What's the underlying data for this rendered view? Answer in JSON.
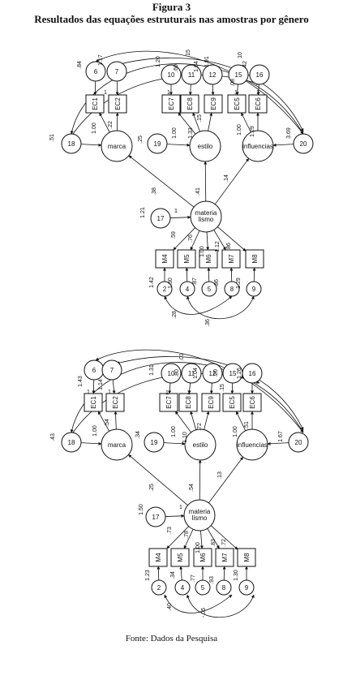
{
  "figure": {
    "title": "Figura 3",
    "subtitle": "Resultados das equações estruturais nas amostras por gênero",
    "caption": "Fonte: Dados da Pesquisa"
  },
  "diagrams": [
    {
      "name": "top",
      "nodes": [
        {
          "id": "6",
          "label": "6",
          "kind": "circle"
        },
        {
          "id": "7",
          "label": "7",
          "kind": "circle"
        },
        {
          "id": "10",
          "label": "10",
          "kind": "circle"
        },
        {
          "id": "11",
          "label": "11",
          "kind": "circle"
        },
        {
          "id": "12",
          "label": "12",
          "kind": "circle"
        },
        {
          "id": "15",
          "label": "15",
          "kind": "circle"
        },
        {
          "id": "16",
          "label": "16",
          "kind": "circle"
        },
        {
          "id": "EC1",
          "label": "EC1",
          "kind": "box"
        },
        {
          "id": "EC2",
          "label": "EC2",
          "kind": "box"
        },
        {
          "id": "EC7",
          "label": "EC7",
          "kind": "box"
        },
        {
          "id": "EC8",
          "label": "EC8",
          "kind": "box"
        },
        {
          "id": "EC9",
          "label": "EC9",
          "kind": "box"
        },
        {
          "id": "EC5",
          "label": "EC5",
          "kind": "box"
        },
        {
          "id": "EC6",
          "label": "EC6",
          "kind": "box"
        },
        {
          "id": "18",
          "label": "18",
          "kind": "circle"
        },
        {
          "id": "marca",
          "label": "marca",
          "kind": "latent"
        },
        {
          "id": "19",
          "label": "19",
          "kind": "circle"
        },
        {
          "id": "estilo",
          "label": "estilo",
          "kind": "latent"
        },
        {
          "id": "influencias",
          "label": "influencias",
          "kind": "latent"
        },
        {
          "id": "20",
          "label": "20",
          "kind": "circle"
        },
        {
          "id": "17",
          "label": "17",
          "kind": "circle"
        },
        {
          "id": "materialismo",
          "label": "materia lismo",
          "kind": "latent"
        },
        {
          "id": "M4",
          "label": "M4",
          "kind": "box"
        },
        {
          "id": "M5",
          "label": "M5",
          "kind": "box"
        },
        {
          "id": "M6",
          "label": "M6",
          "kind": "box"
        },
        {
          "id": "M7",
          "label": "M7",
          "kind": "box"
        },
        {
          "id": "M8",
          "label": "M8",
          "kind": "box"
        },
        {
          "id": "2",
          "label": "2",
          "kind": "circle"
        },
        {
          "id": "4",
          "label": "4",
          "kind": "circle"
        },
        {
          "id": "5",
          "label": "5",
          "kind": "circle"
        },
        {
          "id": "8",
          "label": "8",
          "kind": "circle"
        },
        {
          "id": "9",
          "label": "9",
          "kind": "circle"
        }
      ],
      "labels": [
        ".84",
        "1.17",
        "1.20",
        ".15",
        "1.91",
        ".42",
        "10",
        ".60",
        "1.64",
        ".08",
        "1",
        "1",
        "1",
        "1",
        ".51",
        "1.00",
        ".22",
        ".25",
        "1.00",
        "1.33",
        ".15",
        "1.00",
        "1.29",
        "3.69",
        ".38",
        ".41",
        ".14",
        "1.21",
        "1",
        ".59",
        ".76",
        "1.00",
        "1.12",
        ".86",
        "1.42",
        "1.30",
        ".87",
        ".86",
        "1.29",
        ".28",
        ".36"
      ]
    },
    {
      "name": "bottom",
      "nodes": [
        {
          "id": "6",
          "label": "6",
          "kind": "circle"
        },
        {
          "id": "7",
          "label": "7",
          "kind": "circle"
        },
        {
          "id": "10",
          "label": "10",
          "kind": "circle"
        },
        {
          "id": "11",
          "label": "11",
          "kind": "circle"
        },
        {
          "id": "12",
          "label": "12",
          "kind": "circle"
        },
        {
          "id": "15",
          "label": "15",
          "kind": "circle"
        },
        {
          "id": "16",
          "label": "16",
          "kind": "circle"
        },
        {
          "id": "EC1",
          "label": "EC1",
          "kind": "box"
        },
        {
          "id": "EC2",
          "label": "EC2",
          "kind": "box"
        },
        {
          "id": "EC7",
          "label": "EC7",
          "kind": "box"
        },
        {
          "id": "EC8",
          "label": "EC8",
          "kind": "box"
        },
        {
          "id": "EC9",
          "label": "EC9",
          "kind": "box"
        },
        {
          "id": "EC5",
          "label": "EC5",
          "kind": "box"
        },
        {
          "id": "EC6",
          "label": "EC6",
          "kind": "box"
        },
        {
          "id": "18",
          "label": "18",
          "kind": "circle"
        },
        {
          "id": "marca",
          "label": "marca",
          "kind": "latent"
        },
        {
          "id": "19",
          "label": "19",
          "kind": "circle"
        },
        {
          "id": "estilo",
          "label": "estilo",
          "kind": "latent"
        },
        {
          "id": "influencias",
          "label": "influencias",
          "kind": "latent"
        },
        {
          "id": "20",
          "label": "20",
          "kind": "circle"
        },
        {
          "id": "17",
          "label": "17",
          "kind": "circle"
        },
        {
          "id": "materialismo",
          "label": "materia lismo",
          "kind": "latent"
        },
        {
          "id": "M4",
          "label": "M4",
          "kind": "box"
        },
        {
          "id": "M5",
          "label": "M5",
          "kind": "box"
        },
        {
          "id": "M6",
          "label": "M6",
          "kind": "box"
        },
        {
          "id": "M7",
          "label": "M7",
          "kind": "box"
        },
        {
          "id": "M8",
          "label": "M8",
          "kind": "box"
        },
        {
          "id": "2",
          "label": "2",
          "kind": "circle"
        },
        {
          "id": "4",
          "label": "4",
          "kind": "circle"
        },
        {
          "id": "5",
          "label": "5",
          "kind": "circle"
        },
        {
          "id": "8",
          "label": "8",
          "kind": "circle"
        },
        {
          "id": "9",
          "label": "9",
          "kind": "circle"
        }
      ],
      "labels": [
        "1.43",
        "1.14",
        ".01",
        "1.31",
        ".80",
        "1.04",
        ".20",
        "1.26",
        ".15",
        "1",
        "1",
        "1",
        "1",
        ".43",
        "1.00",
        ".54",
        ".34",
        "1.00",
        "1.10",
        ".72",
        "1.00",
        ".51",
        "1.67",
        ".25",
        ".54",
        ".13",
        "1.50",
        "1",
        ".73",
        ".78",
        "1.00",
        ".83",
        ".72",
        "1.23",
        ".34",
        ".77",
        ".93",
        "1.30",
        ".40",
        "-.05"
      ]
    }
  ]
}
